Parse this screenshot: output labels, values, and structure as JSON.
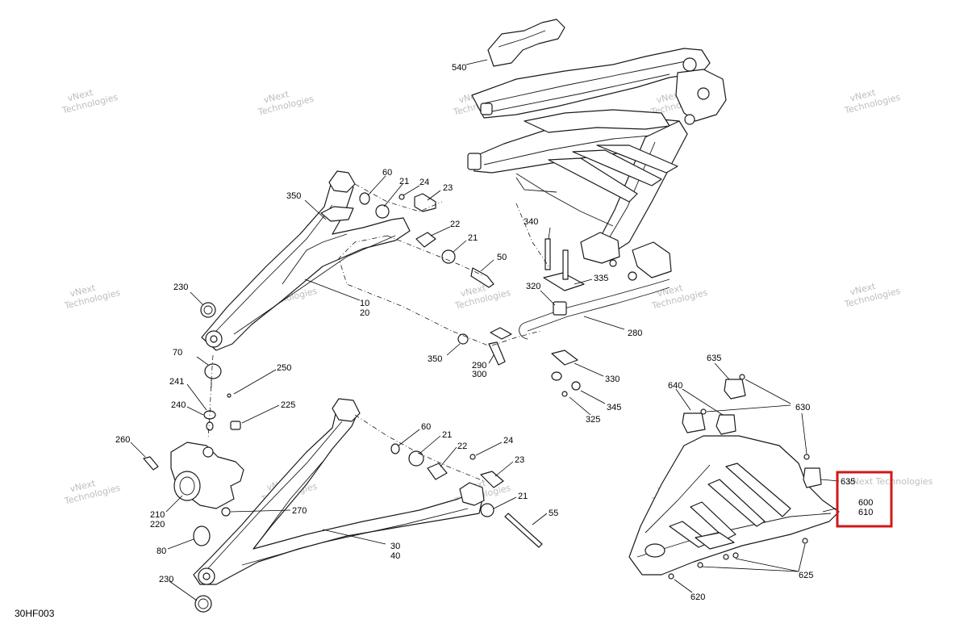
{
  "diagram": {
    "drawing_code": "30HF003",
    "watermark": {
      "line1": "vNext",
      "line2": "Technologies",
      "full": "vNext Technologies"
    },
    "highlight_color": "#d01818",
    "callouts": {
      "c540": "540",
      "c60a": "60",
      "c21a": "21",
      "c24a": "24",
      "c23a": "23",
      "c350a": "350",
      "c22a": "22",
      "c21b": "21",
      "c50": "50",
      "c230a": "230",
      "c10": "10",
      "c20": "20",
      "c340": "340",
      "c335": "335",
      "c320": "320",
      "c280": "280",
      "c350b": "350",
      "c290": "290",
      "c300": "300",
      "c330": "330",
      "c345": "345",
      "c325": "325",
      "c70": "70",
      "c250": "250",
      "c241": "241",
      "c240": "240",
      "c225": "225",
      "c260": "260",
      "c60b": "60",
      "c21c": "21",
      "c22b": "22",
      "c24b": "24",
      "c23b": "23",
      "c21d": "21",
      "c55": "55",
      "c270": "270",
      "c210": "210",
      "c220": "220",
      "c80": "80",
      "c30": "30",
      "c40": "40",
      "c230b": "230",
      "c635a": "635",
      "c640": "640",
      "c630": "630",
      "c635b": "635",
      "c600": "600",
      "c610": "610",
      "c625": "625",
      "c620": "620"
    }
  }
}
